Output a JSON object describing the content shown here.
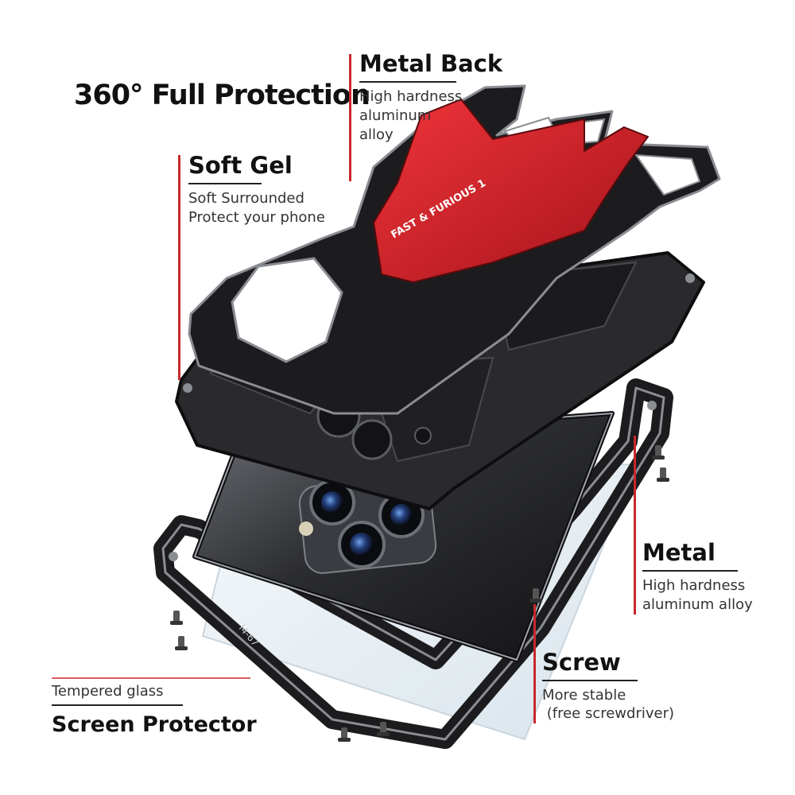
{
  "headline": "360° Full Protection",
  "callouts": {
    "metal_back": {
      "title": "Metal Back",
      "lines": [
        "High hardness",
        "aluminum",
        "alloy"
      ]
    },
    "soft_gel": {
      "title": "Soft Gel",
      "lines": [
        "Soft Surrounded",
        "Protect your phone"
      ]
    },
    "metal": {
      "title": "Metal",
      "lines": [
        "High hardness",
        "aluminum alloy"
      ]
    },
    "screw": {
      "title": "Screw",
      "lines": [
        "More stable",
        " (free screwdriver)"
      ]
    },
    "screen_protector": {
      "title": "Screen Protector",
      "line": "Tempered glass"
    }
  },
  "product_markings": {
    "back_plate_text": "FAST & FURIOUS 1",
    "frame_engraving": "I4-67"
  },
  "colors": {
    "accent_red": "#c8282c",
    "metal_dark": "#1c1c1e",
    "metal_edge": "#8a8d92",
    "case_black": "#2a2a2c",
    "glass_tint": "#dfe8ef"
  }
}
